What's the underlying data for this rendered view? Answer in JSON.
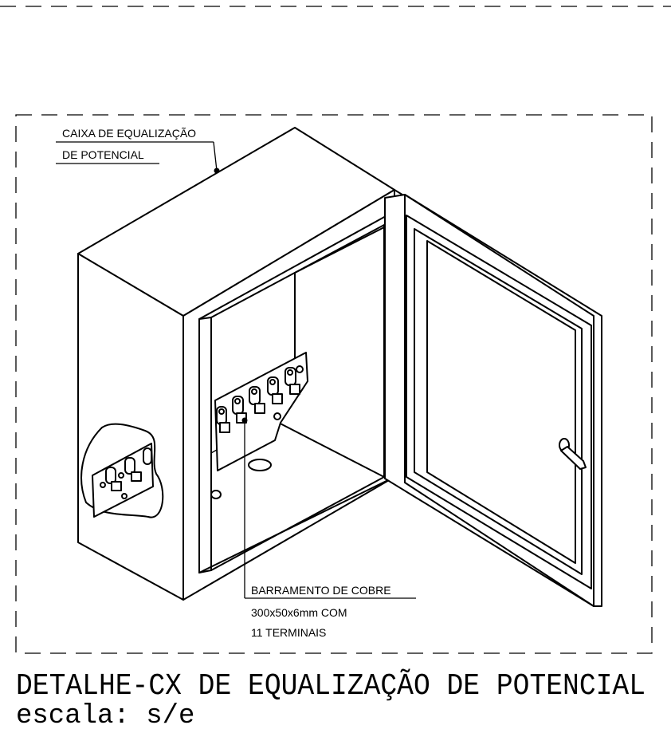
{
  "labels": {
    "box_line1": "CAIXA DE EQUALIZAÇÃO",
    "box_line2": "DE POTENCIAL",
    "bus_line1": "BARRAMENTO DE COBRE",
    "bus_line2": "300x50x6mm COM",
    "bus_line3": "11 TERMINAIS"
  },
  "title": "DETALHE-CX DE EQUALIZAÇÃO DE POTENCIAL",
  "scale": "escala: s/e"
}
